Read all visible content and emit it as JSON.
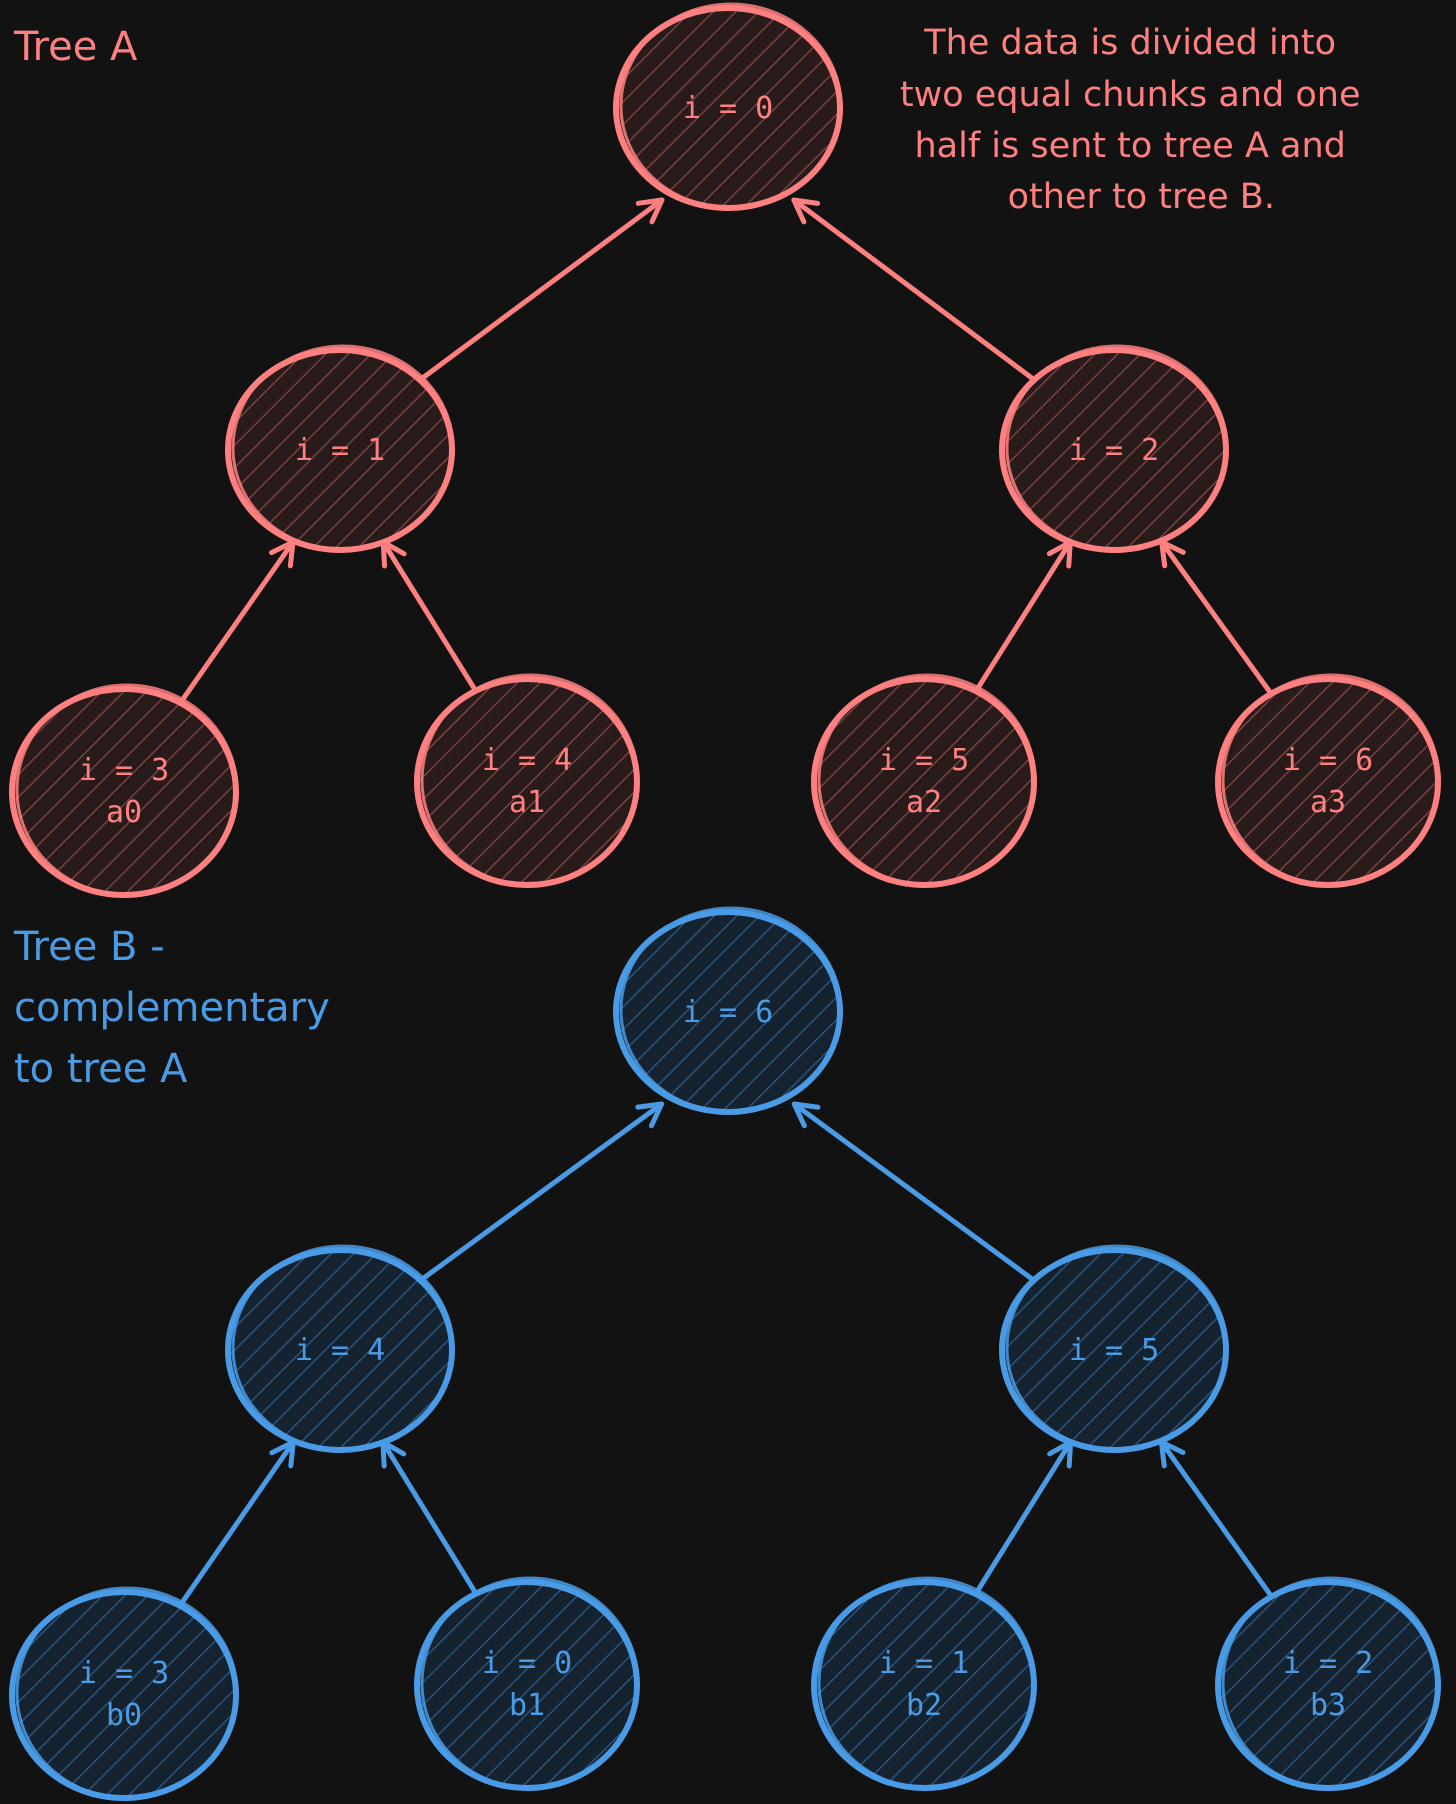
{
  "colors": {
    "background": "#121212",
    "tree_a": "#ff8080",
    "tree_a_fill": "#3c2222",
    "tree_b": "#4a9be6",
    "tree_b_fill": "#1b3044"
  },
  "tree_a": {
    "title": "Tree A",
    "note": [
      "The data is divided into",
      "two equal chunks and one",
      "half is sent to tree A and",
      "other to tree B."
    ],
    "nodes": {
      "root": {
        "index": "i = 0",
        "data": ""
      },
      "left": {
        "index": "i = 1",
        "data": ""
      },
      "right": {
        "index": "i = 2",
        "data": ""
      },
      "leaf1": {
        "index": "i = 3",
        "data": "a0"
      },
      "leaf2": {
        "index": "i = 4",
        "data": "a1"
      },
      "leaf3": {
        "index": "i = 5",
        "data": "a2"
      },
      "leaf4": {
        "index": "i = 6",
        "data": "a3"
      }
    }
  },
  "tree_b": {
    "title": [
      "Tree B -",
      "complementary",
      "to tree A"
    ],
    "nodes": {
      "root": {
        "index": "i = 6",
        "data": ""
      },
      "left": {
        "index": "i = 4",
        "data": ""
      },
      "right": {
        "index": "i = 5",
        "data": ""
      },
      "leaf1": {
        "index": "i = 3",
        "data": "b0"
      },
      "leaf2": {
        "index": "i = 0",
        "data": "b1"
      },
      "leaf3": {
        "index": "i = 1",
        "data": "b2"
      },
      "leaf4": {
        "index": "i = 2",
        "data": "b3"
      }
    }
  }
}
